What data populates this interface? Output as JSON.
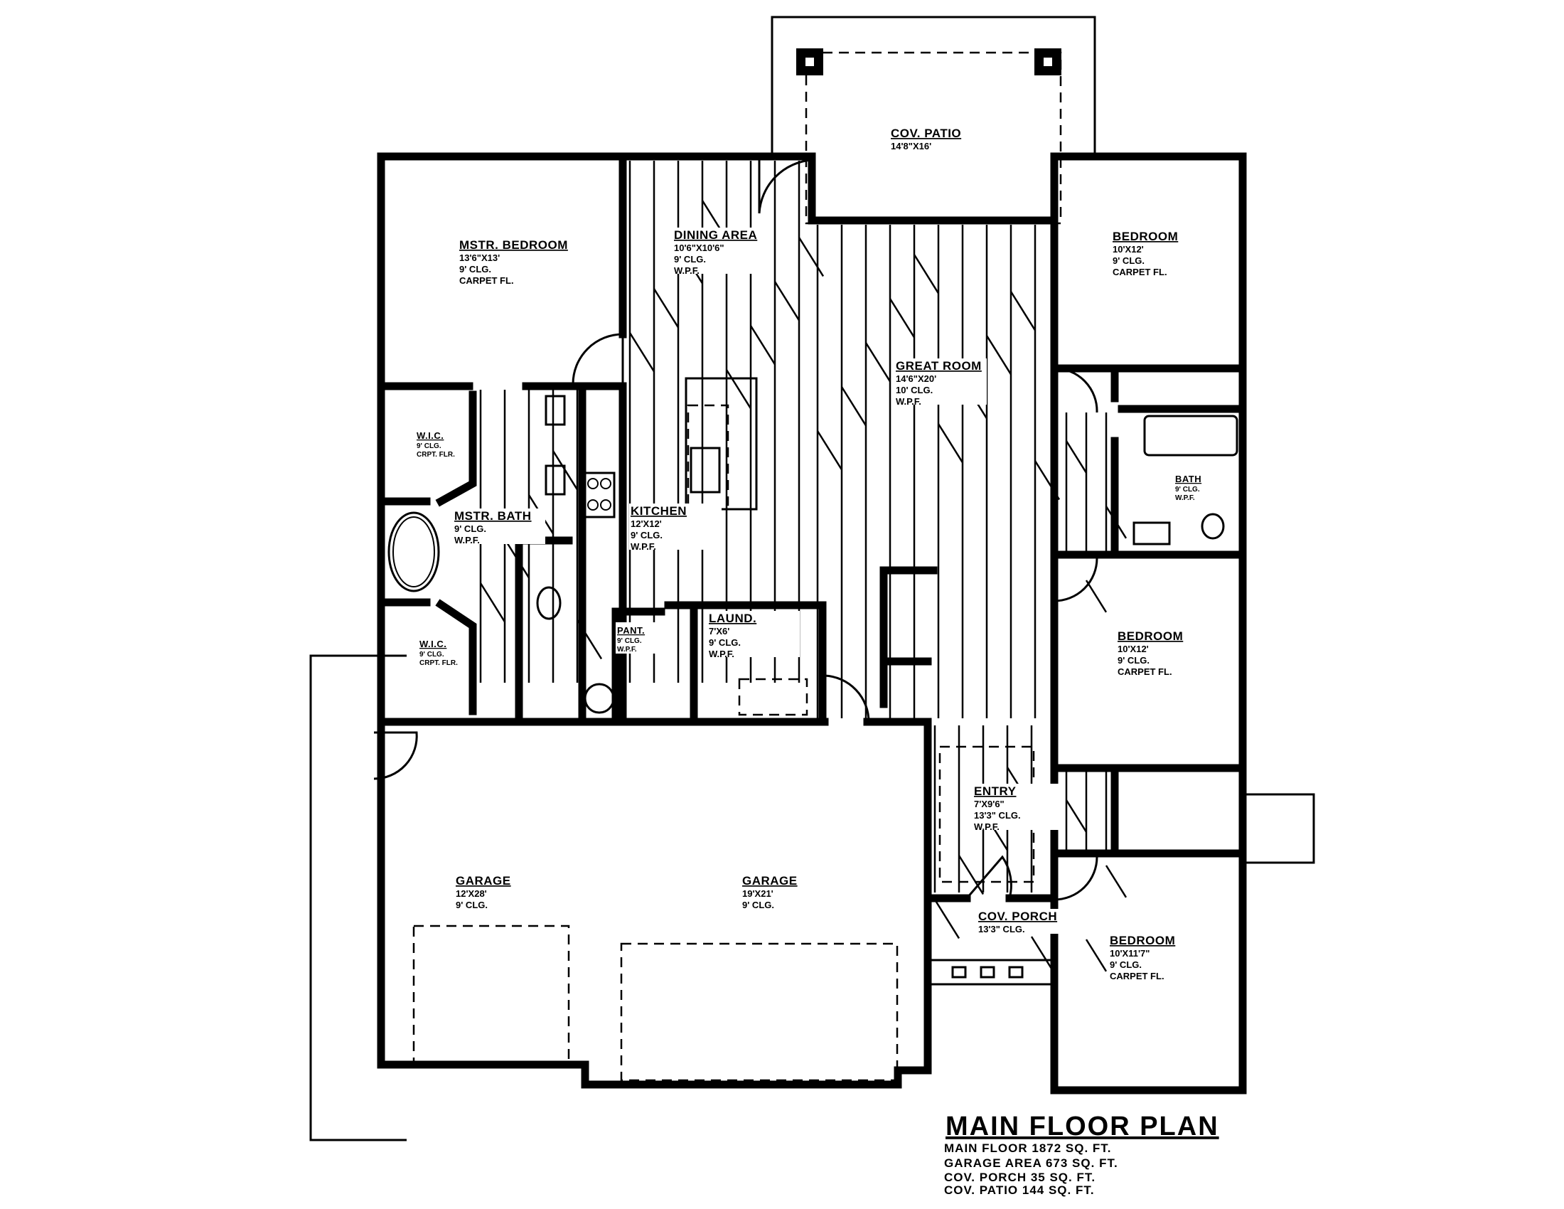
{
  "title": "MAIN FLOOR PLAN",
  "stats": [
    "MAIN FLOOR 1872 SQ. FT.",
    "GARAGE AREA 673 SQ. FT.",
    "COV. PORCH 35 SQ. FT.",
    "COV. PATIO 144 SQ. FT."
  ],
  "rooms": [
    {
      "name": "MSTR. BEDROOM",
      "lines": [
        "13'6\"X13'",
        "9' CLG.",
        "CARPET FL."
      ]
    },
    {
      "name": "DINING AREA",
      "lines": [
        "10'6\"X10'6\"",
        "9' CLG.",
        "W.P.F."
      ]
    },
    {
      "name": "GREAT ROOM",
      "lines": [
        "14'6\"X20'",
        "10' CLG.",
        "W.P.F."
      ]
    },
    {
      "name": "BEDROOM",
      "lines": [
        "10'X12'",
        "9' CLG.",
        "CARPET FL."
      ]
    },
    {
      "name": "W.I.C.",
      "lines": [
        "9' CLG.",
        "CRPT. FLR."
      ]
    },
    {
      "name": "MSTR. BATH",
      "lines": [
        "9' CLG.",
        "W.P.F."
      ]
    },
    {
      "name": "KITCHEN",
      "lines": [
        "12'X12'",
        "9' CLG.",
        "W.P.F."
      ]
    },
    {
      "name": "BATH",
      "lines": [
        "9' CLG.",
        "W.P.F."
      ]
    },
    {
      "name": "BEDROOM",
      "lines": [
        "10'X12'",
        "9' CLG.",
        "CARPET FL."
      ]
    },
    {
      "name": "PANT.",
      "lines": [
        "9' CLG.",
        "W.P.F."
      ]
    },
    {
      "name": "LAUND.",
      "lines": [
        "7'X6'",
        "9' CLG.",
        "W.P.F."
      ]
    },
    {
      "name": "W.I.C.",
      "lines": [
        "9' CLG.",
        "CRPT. FLR."
      ]
    },
    {
      "name": "ENTRY",
      "lines": [
        "7'X9'6\"",
        "13'3\" CLG.",
        "W.P.F."
      ]
    },
    {
      "name": "GARAGE",
      "lines": [
        "12'X28'",
        "9' CLG."
      ]
    },
    {
      "name": "GARAGE",
      "lines": [
        "19'X21'",
        "9' CLG."
      ]
    },
    {
      "name": "COV. PORCH",
      "lines": [
        "13'3\" CLG."
      ]
    },
    {
      "name": "BEDROOM",
      "lines": [
        "10'X11'7\"",
        "9' CLG.",
        "CARPET FL."
      ]
    },
    {
      "name": "COV. PATIO",
      "lines": [
        "14'8\"X16'"
      ]
    }
  ]
}
